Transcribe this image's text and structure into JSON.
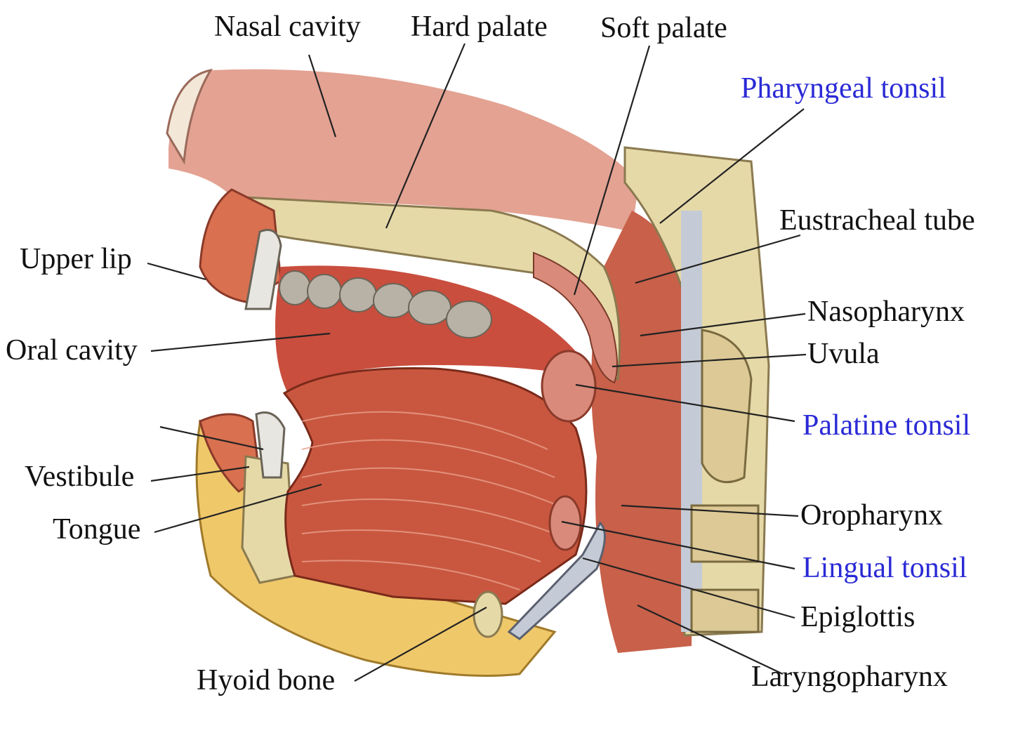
{
  "diagram": {
    "colors": {
      "label_text": "#111111",
      "tonsil_label_text": "#2a2ad6",
      "mucosa": "#d98a7a",
      "muscle": "#c9573f",
      "bone": "#e6d9a8",
      "fat": "#efc86a",
      "leader_line": "#222222"
    },
    "labels": {
      "nasal_cavity": "Nasal cavity",
      "hard_palate": "Hard palate",
      "soft_palate": "Soft palate",
      "pharyngeal_tonsil": "Pharyngeal tonsil",
      "eustracheal_tube": "Eustracheal tube",
      "upper_lip": "Upper lip",
      "nasopharynx": "Nasopharynx",
      "oral_cavity": "Oral cavity",
      "uvula": "Uvula",
      "palatine_tonsil": "Palatine tonsil",
      "vestibule": "Vestibule",
      "oropharynx": "Oropharynx",
      "tongue": "Tongue",
      "lingual_tonsil": "Lingual tonsil",
      "epiglottis": "Epiglottis",
      "hyoid_bone": "Hyoid bone",
      "laryngopharynx": "Laryngopharynx"
    }
  }
}
